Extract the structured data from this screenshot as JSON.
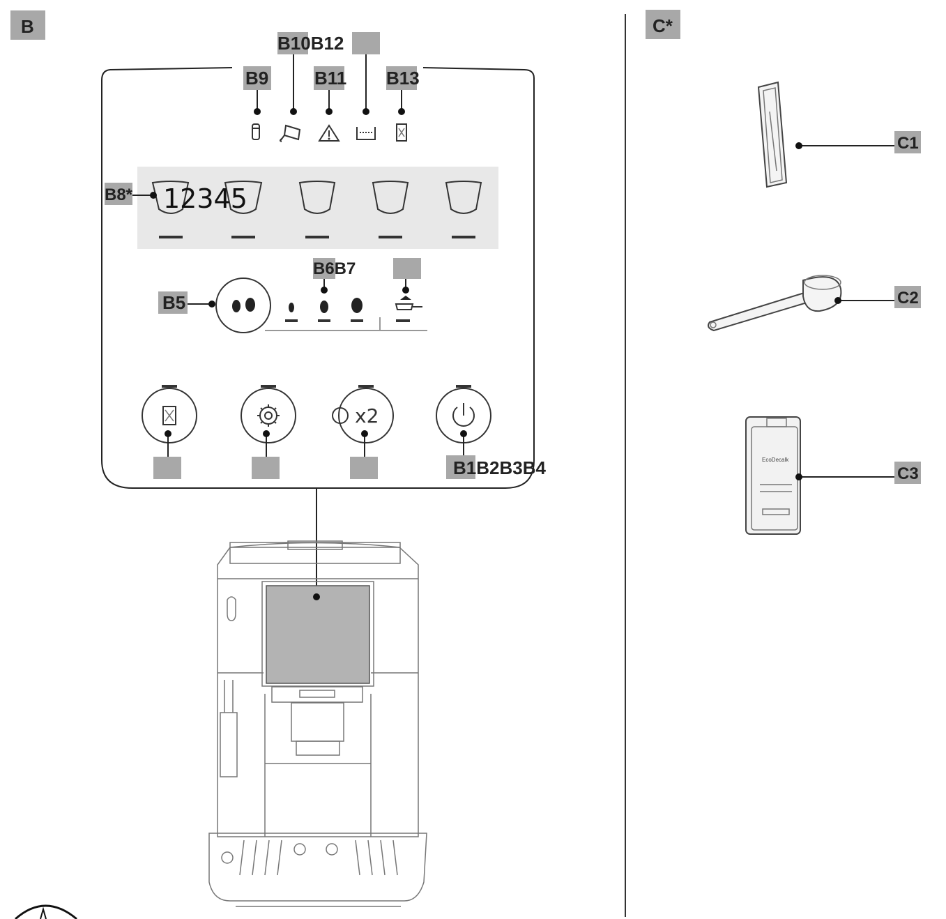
{
  "section_b": {
    "heading": "B",
    "labels": {
      "b9": "B9",
      "b10b12": "B10B12",
      "b11": "B11",
      "b13": "B13",
      "b8": "B8*",
      "cup_numbers": "12345",
      "b5": "B5",
      "b6b7": "B6B7",
      "b1b4": "B1B2B3B4"
    },
    "double_label": "x2"
  },
  "section_c": {
    "heading": "C*",
    "labels": {
      "c1": "C1",
      "c2": "C2",
      "c3": "C3"
    },
    "pack_brand": "EcoDecalk"
  }
}
